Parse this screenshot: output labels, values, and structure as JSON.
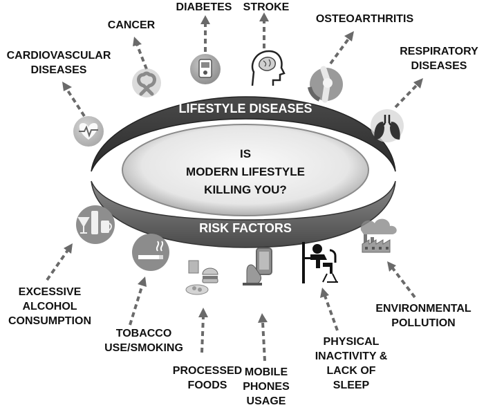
{
  "center": {
    "lines": [
      "IS",
      "MODERN LIFESTYLE",
      "KILLING YOU?"
    ]
  },
  "top_band": {
    "title": "LIFESTYLE DISEASES"
  },
  "bottom_band": {
    "title": "RISK FACTORS"
  },
  "diseases": [
    {
      "lines": [
        "CARDIOVASCULAR",
        "DISEASES"
      ],
      "icon": "heart-pulse-icon"
    },
    {
      "lines": [
        "CANCER"
      ],
      "icon": "ribbon-icon"
    },
    {
      "lines": [
        "DIABETES"
      ],
      "icon": "glucose-meter-icon"
    },
    {
      "lines": [
        "STROKE"
      ],
      "icon": "brain-head-icon"
    },
    {
      "lines": [
        "OSTEOARTHRITIS"
      ],
      "icon": "knee-joint-icon"
    },
    {
      "lines": [
        "RESPIRATORY",
        "DISEASES"
      ],
      "icon": "lungs-icon"
    }
  ],
  "risk_factors": [
    {
      "lines": [
        "EXCESSIVE",
        "ALCOHOL",
        "CONSUMPTION"
      ],
      "icon": "drinks-icon"
    },
    {
      "lines": [
        "TOBACCO",
        "USE/SMOKING"
      ],
      "icon": "cigarette-icon"
    },
    {
      "lines": [
        "PROCESSED",
        "FOODS"
      ],
      "icon": "fast-food-icon"
    },
    {
      "lines": [
        "MOBILE",
        "PHONES",
        "USAGE"
      ],
      "icon": "mobile-phone-icon"
    },
    {
      "lines": [
        "PHYSICAL",
        "INACTIVITY &",
        "LACK OF",
        "SLEEP"
      ],
      "icon": "desk-sleeper-icon"
    },
    {
      "lines": [
        "ENVIRONMENTAL",
        "POLLUTION"
      ],
      "icon": "factory-icon"
    }
  ],
  "colors": {
    "band_dark": "#3a3a3a",
    "band_mid": "#5c5c5c",
    "center_fill": "#e4e4e4",
    "arrow": "#6a6a6a"
  }
}
